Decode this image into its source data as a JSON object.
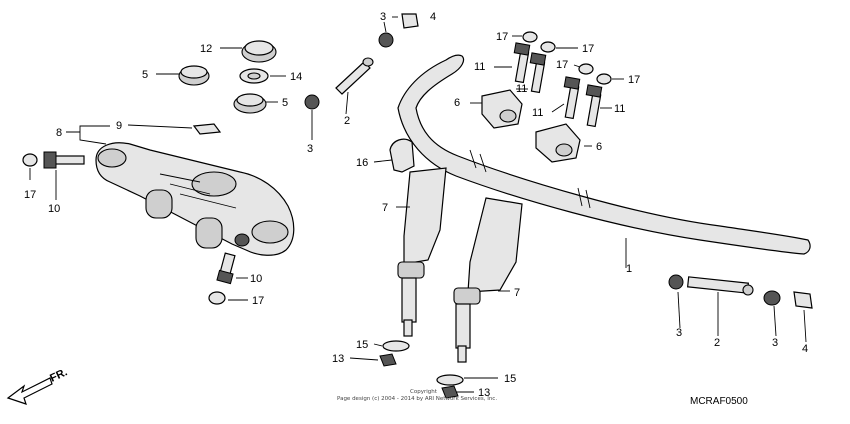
{
  "diagram": {
    "callouts": {
      "c1": "1",
      "c2a": "2",
      "c2b": "2",
      "c3a": "3",
      "c3b": "3",
      "c3c": "3",
      "c3d": "3",
      "c4a": "4",
      "c4b": "4",
      "c5a": "5",
      "c5b": "5",
      "c6a": "6",
      "c6b": "6",
      "c7a": "7",
      "c7b": "7",
      "c8": "8",
      "c9": "9",
      "c10a": "10",
      "c10b": "10",
      "c11a": "11",
      "c11b": "11",
      "c11c": "11",
      "c11d": "11",
      "c12": "12",
      "c13a": "13",
      "c13b": "13",
      "c14": "14",
      "c15a": "15",
      "c15b": "15",
      "c16": "16",
      "c17a": "17",
      "c17b": "17",
      "c17c": "17",
      "c17d": "17",
      "c17e": "17",
      "c17f": "17"
    },
    "front_indicator": "FR.",
    "diagram_code": "MCRAF0500",
    "copyright_line1": "Copyright",
    "copyright_line2": "Page design (c) 2004 - 2014 by ARI Network Services, Inc."
  }
}
